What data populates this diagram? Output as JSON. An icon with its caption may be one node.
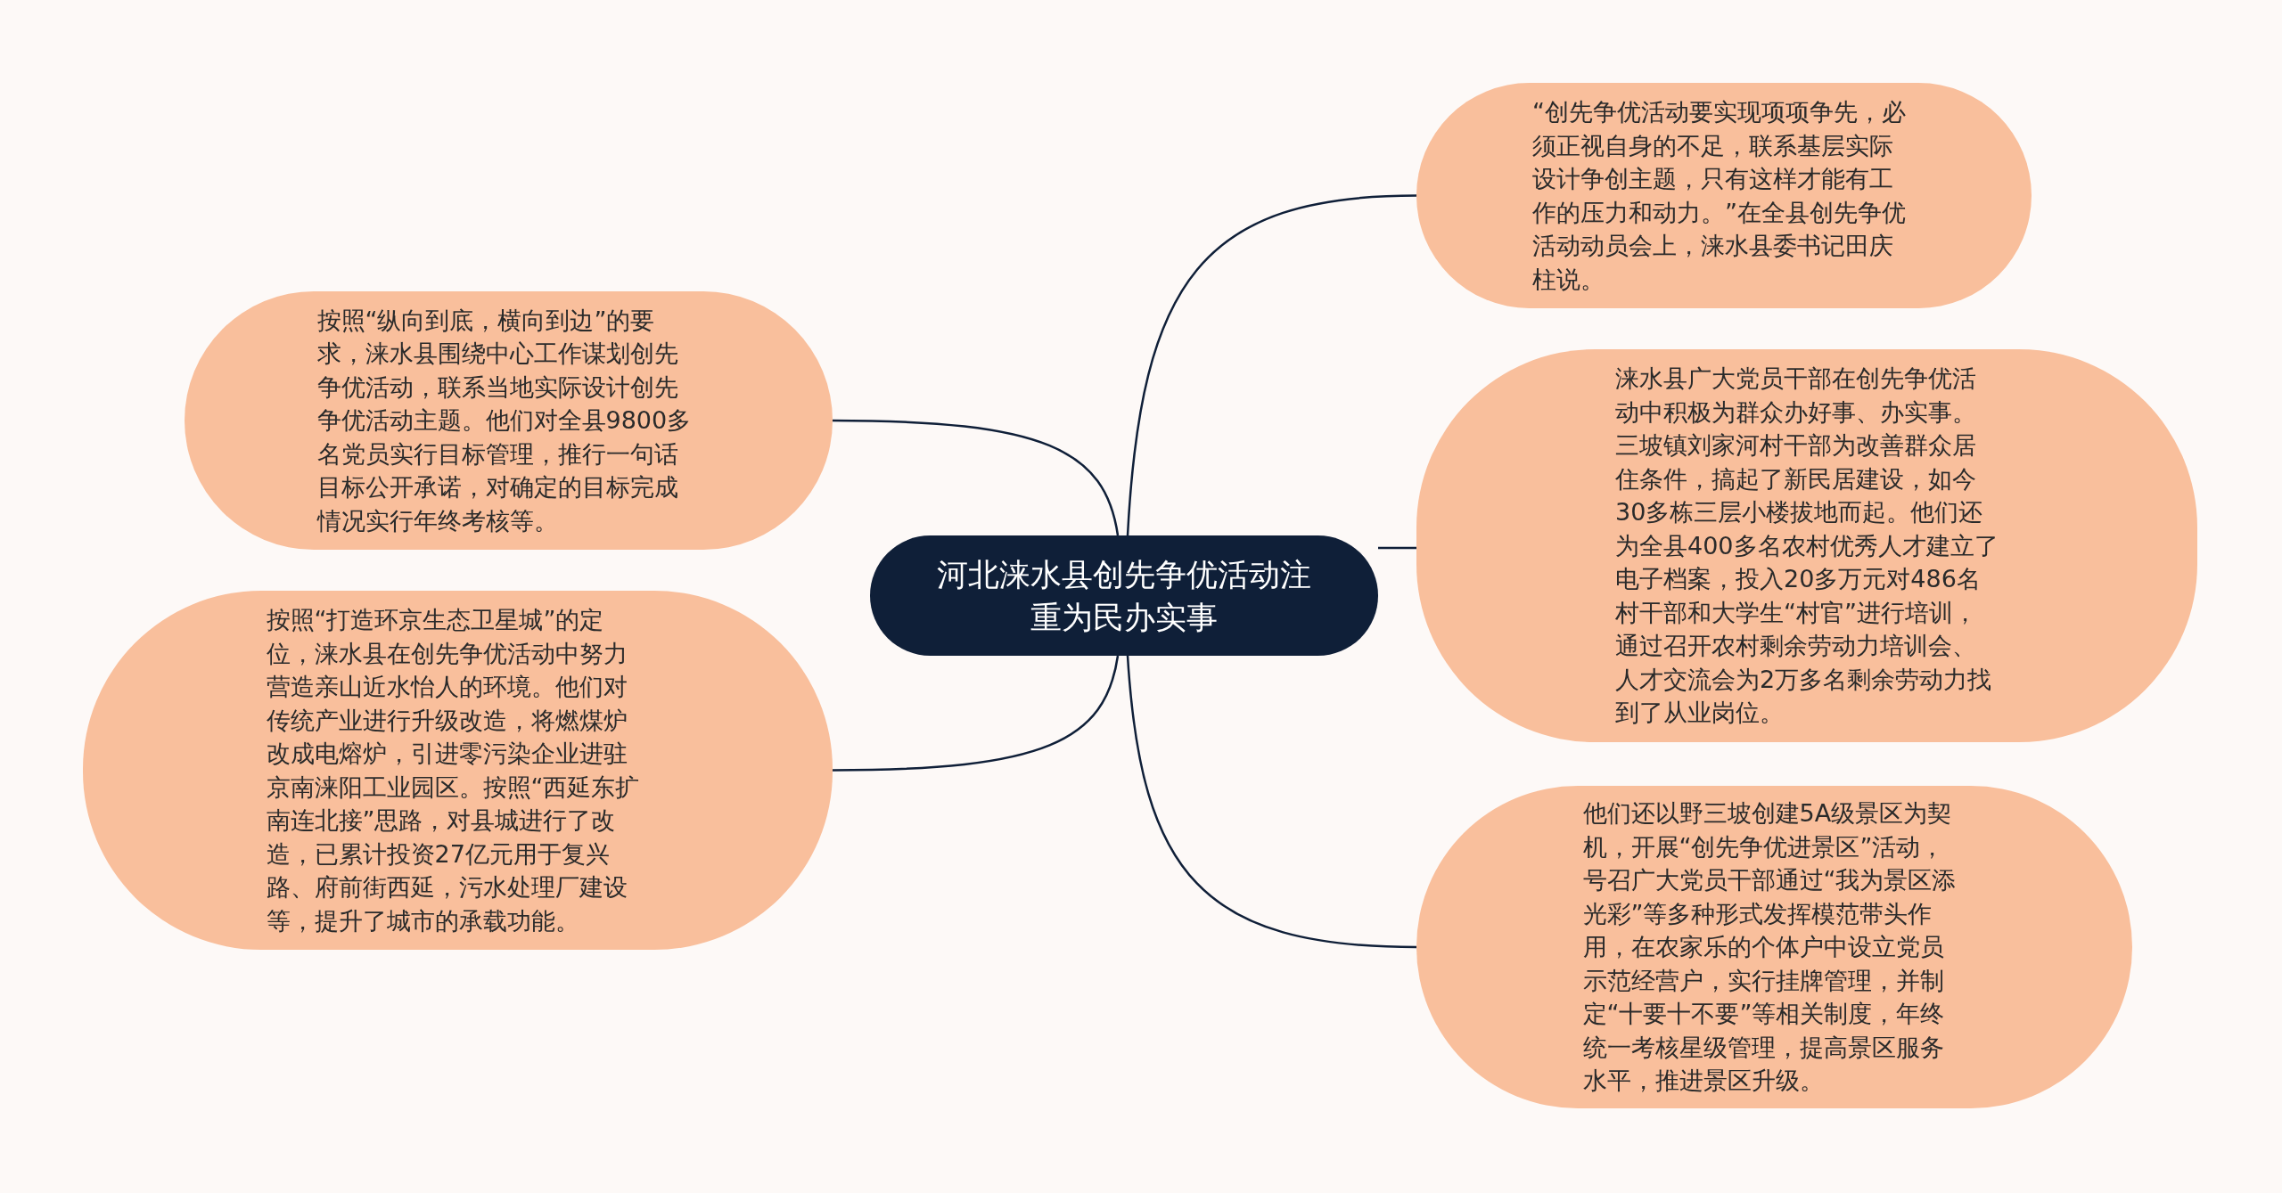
{
  "diagram": {
    "nodes": [
      {
        "text": [
          "河北涞水县创先争优活动注重为民办实事"
        ]
      },
      {
        "text": [
          "按照“纵向到底，横向到边”的要求，涞水县围绕中心工作谋划创先争优活动，联系当地实际设计创先争优活动主题。他们对全县9800多名党员实行目标管理，推行一句话目标公开承诺，对确定的目标完成情况实行年终考核等。"
        ]
      },
      {
        "text": [
          "按照“打造环京生态卫星城”的定位，涞水县在创先争优活动中努力营造亲山近水怡人的环境。他们对传统产业进行升级改造，将燃煤炉改成电熔炉，引进零污染企业进驻京南涞阳工业园区。按照“西延东扩南连北接”思路，对县城进行了改造，已累计投资27亿元用于复兴路、府前街西延，污水处理厂建设等，提升了城市的承载功能。"
        ]
      },
      {
        "text": [
          "“创先争优活动要实现项项争先，必须正视自身的不足，联系基层实际设计争创主题，只有这样才能有工作的压力和动力。”在全县创先争优活动动员会上，涞水县委书记田庆柱说。"
        ]
      },
      {
        "text": [
          "涞水县广大党员干部在创先争优活动中积极为群众办好事、办实事。三坡镇刘家河村干部为改善群众居住条件，搞起了新民居建设，如今30多栋三层小楼拔地而起。他们还为全县400多名农村优秀人才建立了电子档案，投入20多万元对486名村干部和大学生“村官”进行培训，通过召开农村剩余劳动力培训会、人才交流会为2万多名剩余劳动力找到了从业岗位。"
        ]
      },
      {
        "text": [
          "他们还以野三坡创建5A级景区为契机，开展“创先争优进景区”活动，号召广大党员干部通过“我为景区添光彩”等多种形式发挥模范带头作用，在农家乐的个体户中设立党员示范经营户，实行挂牌管理，并制定“十要十不要”等相关制度，年终统一考核星级管理，提高景区服务水平，推进景区升级。"
        ]
      }
    ],
    "edges": [
      {
        "from": 0,
        "to": 1,
        "arrow": "none"
      },
      {
        "from": 0,
        "to": 2,
        "arrow": "none"
      },
      {
        "from": 0,
        "to": 3,
        "arrow": "none"
      },
      {
        "from": 0,
        "to": 4,
        "arrow": "none"
      },
      {
        "from": 0,
        "to": 5,
        "arrow": "none"
      }
    ]
  }
}
